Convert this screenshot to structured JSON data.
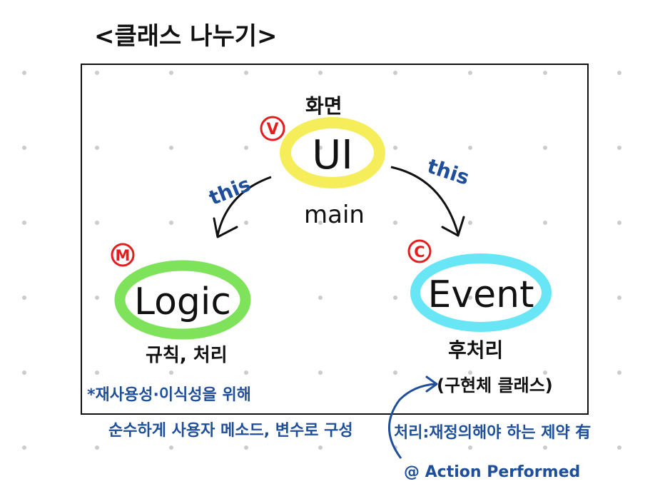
{
  "title": "<클래스 나누기>",
  "nodes": {
    "ui": {
      "label": "UI",
      "badge": "V",
      "top_label": "화면",
      "bottom_label": "main",
      "ring_color": "#f5ee5a"
    },
    "logic": {
      "label": "Logic",
      "badge": "M",
      "bottom_label": "규칙, 처리",
      "ring_color": "#7ee35a"
    },
    "event": {
      "label": "Event",
      "badge": "C",
      "bottom_label": "후처리",
      "sub_label": "(구현체 클래스)",
      "ring_color": "#69e6f5"
    }
  },
  "arrows": {
    "left_label": "this",
    "right_label": "this"
  },
  "notes": {
    "left_line1": "*재사용성·이식성을 위해",
    "left_line2": "순수하게 사용자 메소드, 변수로 구성",
    "right_line1": "처리:재정의해야 하는 제약 有",
    "right_line2": "@ Action Performed"
  },
  "colors": {
    "frame": "#111111",
    "dots": "#cccccc",
    "ink": "#111111",
    "blue_ink": "#1f4f9a",
    "badge_red": "#e41e1e"
  }
}
